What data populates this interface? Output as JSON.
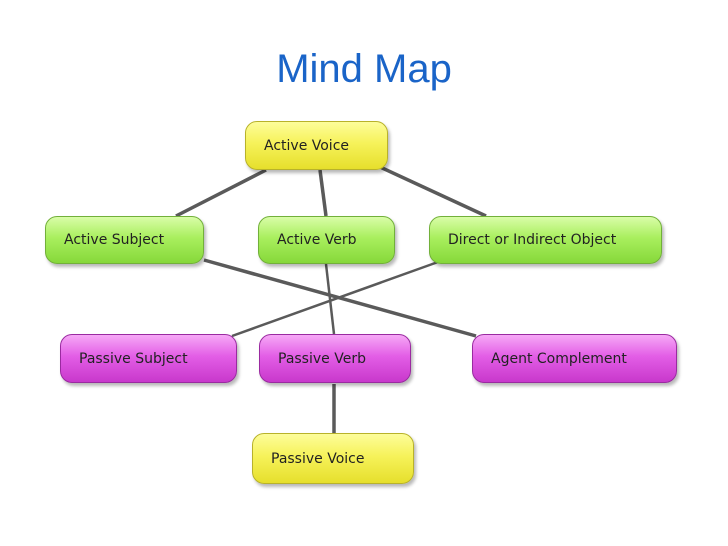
{
  "title": "Mind Map",
  "colors": {
    "title": "#1a64c8",
    "connector": "#5a5a5a",
    "yellow_node": "#f6f25a",
    "green_node": "#a9ef5e",
    "purple_node": "#e35ee6"
  },
  "nodes": [
    {
      "id": "active-voice",
      "label": "Active Voice",
      "color": "yellow"
    },
    {
      "id": "active-subject",
      "label": "Active Subject",
      "color": "green"
    },
    {
      "id": "active-verb",
      "label": "Active Verb",
      "color": "green"
    },
    {
      "id": "direct-object",
      "label": "Direct or Indirect Object",
      "color": "green"
    },
    {
      "id": "passive-subject",
      "label": "Passive Subject",
      "color": "purple"
    },
    {
      "id": "passive-verb",
      "label": "Passive Verb",
      "color": "purple"
    },
    {
      "id": "agent-complement",
      "label": "Agent Complement",
      "color": "purple"
    },
    {
      "id": "passive-voice",
      "label": "Passive Voice",
      "color": "yellow"
    }
  ],
  "edges": [
    {
      "from": "active-voice",
      "to": "active-subject"
    },
    {
      "from": "active-voice",
      "to": "active-verb"
    },
    {
      "from": "active-voice",
      "to": "direct-object"
    },
    {
      "from": "active-subject",
      "to": "agent-complement"
    },
    {
      "from": "active-verb",
      "to": "passive-verb"
    },
    {
      "from": "direct-object",
      "to": "passive-subject"
    },
    {
      "from": "passive-verb",
      "to": "passive-voice"
    }
  ]
}
